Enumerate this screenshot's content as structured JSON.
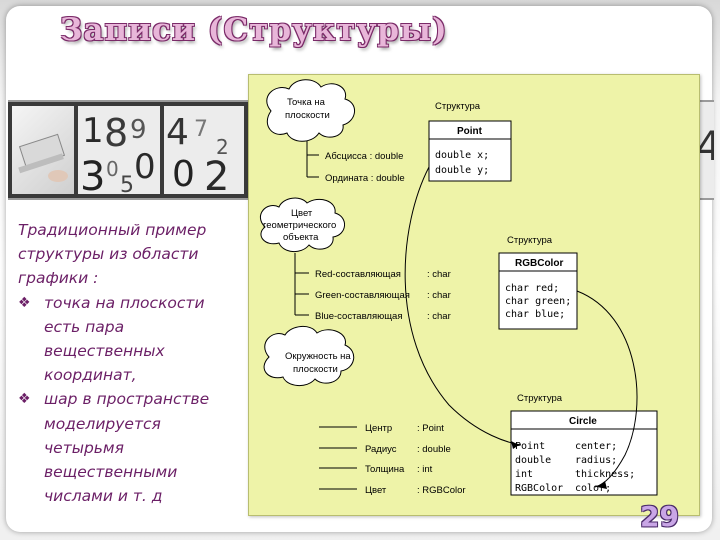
{
  "title": "Записи (Структуры)",
  "left_text": {
    "intro": [
      "Традиционный пример",
      "структуры из области",
      "графики :"
    ],
    "bullets": [
      {
        "lines": [
          "точка на плоскости",
          "есть пара",
          "вещественных",
          "координат,"
        ]
      },
      {
        "lines": [
          "шар в пространстве",
          "моделируется",
          "четырьмя",
          "вещественными",
          "числами и т. д"
        ]
      }
    ],
    "bullet_icon": "diamond-bullet-icon"
  },
  "diagram": {
    "point": {
      "cloud": [
        "Точка на",
        "плоскости"
      ],
      "struct_label": "Структура",
      "name": "Point",
      "fields": [
        "Абсцисса : double",
        "Ордината : double"
      ],
      "code": [
        "double x;",
        "double y;"
      ]
    },
    "color": {
      "cloud": [
        "Цвет",
        "геометрического",
        "объекта"
      ],
      "struct_label": "Структура",
      "name": "RGBColor",
      "fields": [
        "Red-составляющая",
        "Green-составляющая",
        "Blue-составляющая"
      ],
      "types": [
        ": char",
        ": char",
        ": char"
      ],
      "code": [
        "char red;",
        "char green;",
        "char blue;"
      ]
    },
    "circle": {
      "cloud": [
        "Окружность на",
        "плоскости"
      ],
      "struct_label": "Структура",
      "name": "Circle",
      "fields": [
        "Центр",
        "Радиус",
        "Толщина",
        "Цвет"
      ],
      "types": [
        ": Point",
        ": double",
        ": int",
        ": RGBColor"
      ],
      "code_types": [
        "Point",
        "double",
        "int",
        "RGBColor"
      ],
      "code_names": [
        "center;",
        "radius;",
        "thickness;",
        "color;"
      ]
    }
  },
  "page_number": "29",
  "colors": {
    "title_fill": "#e8b6d9",
    "title_outline": "#7a2a68",
    "text": "#6b1f66",
    "panel": "#eef3a8",
    "page_number": "#c9a6e6"
  }
}
